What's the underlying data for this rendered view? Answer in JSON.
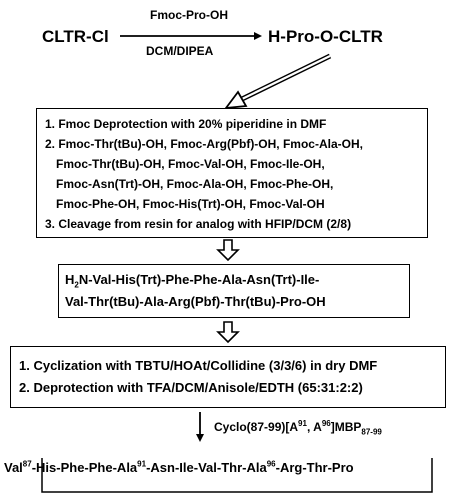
{
  "reaction1": {
    "reactant": "CLTR-Cl",
    "product": "H-Pro-O-CLTR",
    "reagent_above": "Fmoc-Pro-OH",
    "reagent_below": "DCM/DIPEA"
  },
  "box1": {
    "lines": [
      "1. Fmoc  Deprotection with 20% piperidine in DMF",
      "2. Fmoc-Thr(tBu)-OH, Fmoc-Arg(Pbf)-OH, Fmoc-Ala-OH,",
      "Fmoc-Thr(tBu)-OH, Fmoc-Val-OH, Fmoc-Ile-OH,",
      "Fmoc-Asn(Trt)-OH, Fmoc-Ala-OH, Fmoc-Phe-OH,",
      "Fmoc-Phe-OH, Fmoc-His(Trt)-OH, Fmoc-Val-OH",
      "3. Cleavage from resin for analog with HFIP/DCM (2/8)"
    ]
  },
  "box2": {
    "h": "H",
    "h_sub": "2",
    "line1_rest": "N-Val-His(Trt)-Phe-Phe-Ala-Asn(Trt)-Ile-",
    "line2": "Val-Thr(tBu)-Ala-Arg(Pbf)-Thr(tBu)-Pro-OH"
  },
  "box3": {
    "lines": [
      "1. Cyclization with TBTU/HOAt/Collidine (3/3/6) in dry DMF",
      "2. Deprotection with TFA/DCM/Anisole/EDTH (65:31:2:2)"
    ]
  },
  "arrow_label": {
    "main": "Cyclo(87-99)[A",
    "sup1": "91",
    "mid": ", A",
    "sup2": "96",
    "end": "]MBP",
    "sub": "87-99"
  },
  "final_product": {
    "p1": "Val",
    "sup1": "87",
    "p2": "-His-Phe-Phe-Ala",
    "sup2": "91",
    "p3": "-Asn-Ile-Val-Thr-Ala",
    "sup3": "96",
    "p4": "-Arg-Thr-Pro"
  }
}
